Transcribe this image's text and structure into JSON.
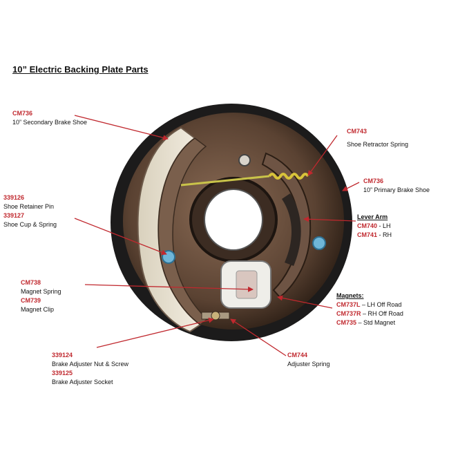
{
  "title": "10” Electric Backing Plate Parts",
  "colors": {
    "code": "#c0282e",
    "leader": "#c0282e",
    "text": "#111111"
  },
  "parts": {
    "secondary_shoe": {
      "code": "CM736",
      "desc": "10” Secondary Brake Shoe"
    },
    "retractor_spring": {
      "code": "CM743",
      "desc": "Shoe Retractor Spring"
    },
    "primary_shoe": {
      "code": "CM736",
      "desc": "10” Primary Brake Shoe"
    },
    "retainer_pin": {
      "code": "339126",
      "desc": "Shoe Retainer Pin"
    },
    "shoe_cup": {
      "code": "339127",
      "desc": "Shoe Cup & Spring"
    },
    "lever_arm": {
      "header": "Lever Arm",
      "lh_code": "CM740",
      "lh_desc": "- LH",
      "rh_code": "CM741",
      "rh_desc": "- RH"
    },
    "magnet_spring": {
      "code": "CM738",
      "desc": "Magnet Spring"
    },
    "magnet_clip": {
      "code": "CM739",
      "desc": "Magnet Clip"
    },
    "magnets": {
      "header": "Magnets:",
      "items": [
        {
          "code": "CM737L",
          "desc": "– LH Off Road"
        },
        {
          "code": "CM737R",
          "desc": "– RH Off Road"
        },
        {
          "code": "CM735",
          "desc": "– Std Magnet"
        }
      ]
    },
    "adjuster_nut": {
      "code": "339124",
      "desc": "Brake Adjuster Nut & Screw"
    },
    "adjuster_socket": {
      "code": "339125",
      "desc": "Brake Adjuster Socket"
    },
    "adjuster_spring": {
      "code": "CM744",
      "desc": "Adjuster Spring"
    }
  }
}
